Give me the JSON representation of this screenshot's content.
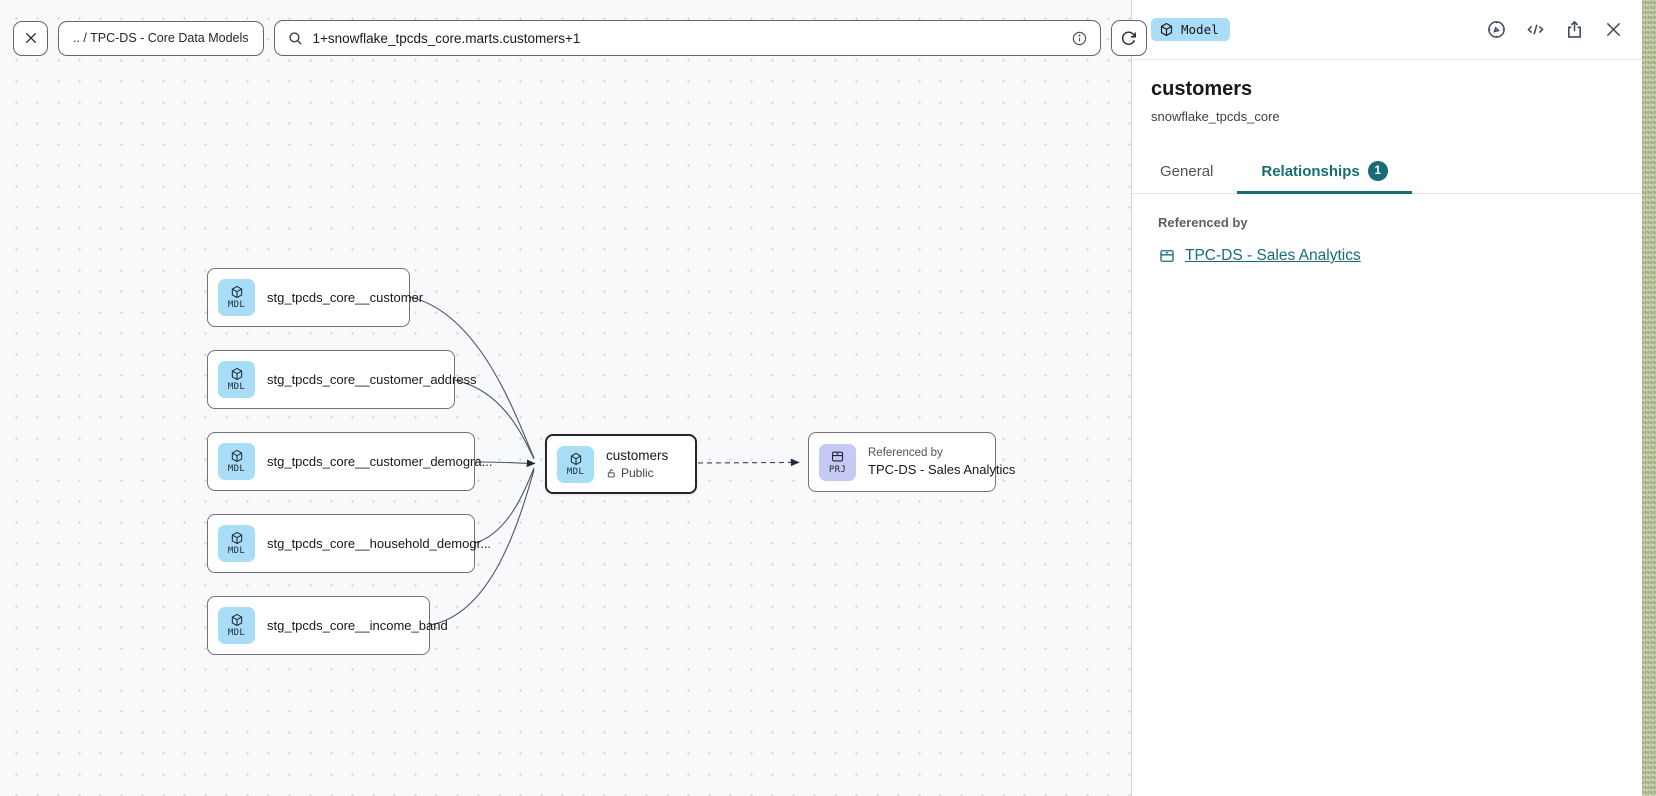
{
  "colors": {
    "accent": "#176d73",
    "badge-model": "#a8dcf7",
    "badge-project": "#c6c9f4"
  },
  "toolbar": {
    "breadcrumb": ".. / TPC-DS - Core Data Models",
    "search_value": "1+snowflake_tpcds_core.marts.customers+1"
  },
  "canvas": {
    "upstream_nodes": [
      {
        "badge": "MDL",
        "label": "stg_tpcds_core__customer"
      },
      {
        "badge": "MDL",
        "label": "stg_tpcds_core__customer_address"
      },
      {
        "badge": "MDL",
        "label": "stg_tpcds_core__customer_demogra..."
      },
      {
        "badge": "MDL",
        "label": "stg_tpcds_core__household_demogr..."
      },
      {
        "badge": "MDL",
        "label": "stg_tpcds_core__income_band"
      }
    ],
    "center_node": {
      "badge": "MDL",
      "title": "customers",
      "access": "Public"
    },
    "referenced_node": {
      "badge": "PRJ",
      "caption": "Referenced by",
      "title": "TPC-DS - Sales Analytics"
    }
  },
  "panel": {
    "type_badge_label": "Model",
    "title": "customers",
    "subtitle": "snowflake_tpcds_core",
    "tabs": [
      {
        "label": "General"
      },
      {
        "label": "Relationships",
        "badge": "1"
      }
    ],
    "section_title": "Referenced by",
    "reference_link": "TPC-DS - Sales Analytics"
  }
}
